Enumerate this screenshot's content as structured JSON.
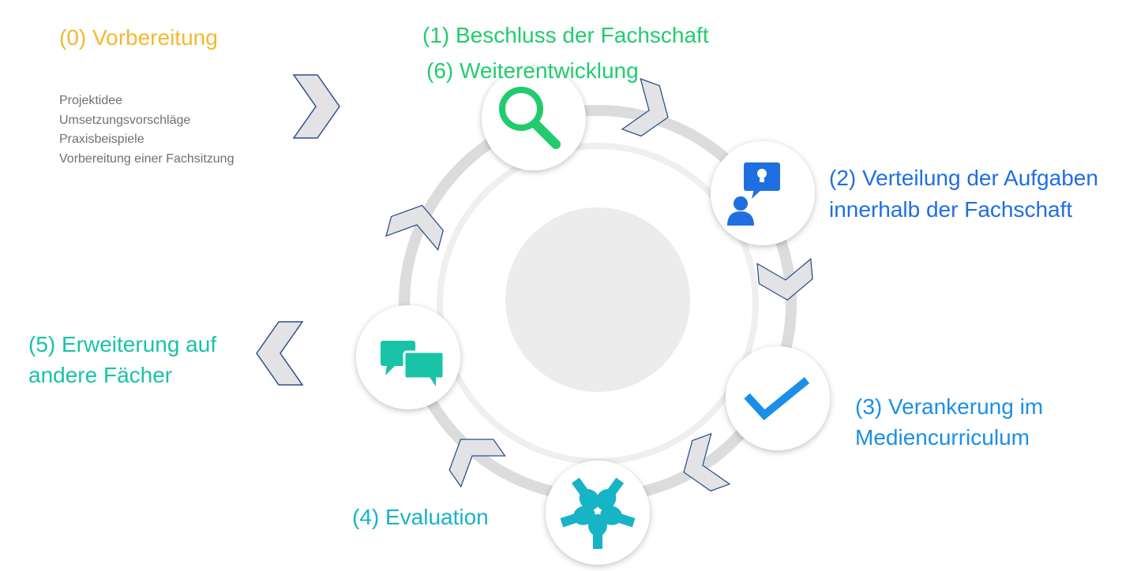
{
  "steps": {
    "s0": {
      "title": "(0) Vorbereitung",
      "items": [
        "Projektidee",
        "Umsetzungsvorschläge",
        "Praxisbeispiele",
        "Vorbereitung einer Fachsitzung"
      ]
    },
    "s1": {
      "title": "(1) Beschluss der Fachschaft"
    },
    "s6": {
      "title": "(6) Weiterentwicklung"
    },
    "s2": {
      "line1": "(2) Verteilung der Aufgaben",
      "line2": "innerhalb der Fachschaft"
    },
    "s3": {
      "line1": "(3) Verankerung im",
      "line2": "Mediencurriculum"
    },
    "s4": {
      "title": "(4) Evaluation"
    },
    "s5": {
      "line1": "(5) Erweiterung auf",
      "line2": "andere Fächer"
    }
  },
  "colors": {
    "orange": "#F5B82E",
    "green": "#22CC6E",
    "blue": "#1F6FE0",
    "blue2": "#1B8FE6",
    "teal": "#17B3C6",
    "teal2": "#18C3A8"
  },
  "icons": [
    "search-icon",
    "presenter-idea-icon",
    "checkmark-icon",
    "hands-icon",
    "chat-bubbles-icon"
  ]
}
